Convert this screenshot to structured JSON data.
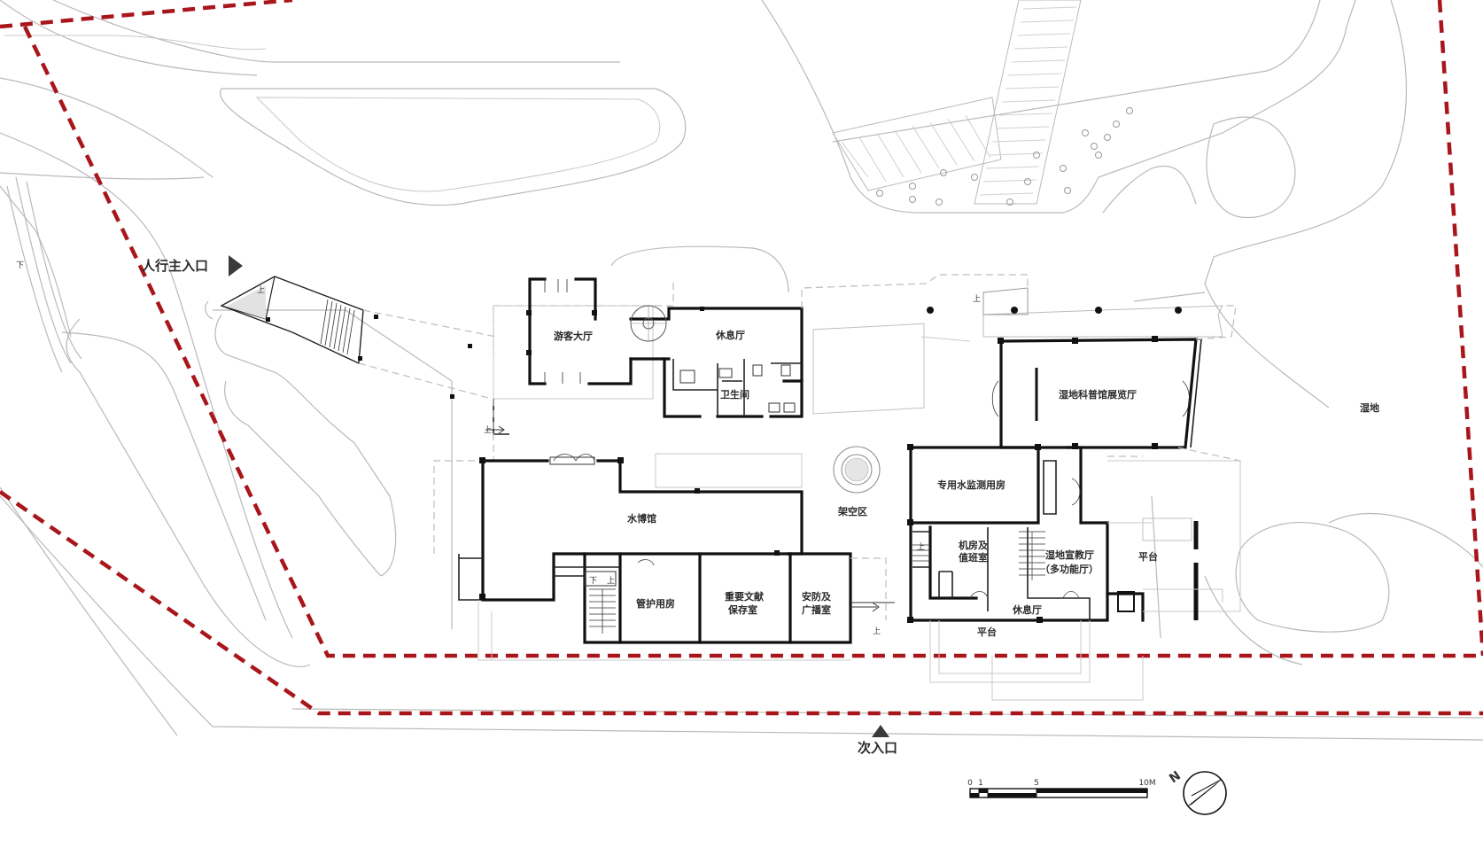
{
  "labels": {
    "pedestrian_main_entrance": "人行主入口",
    "secondary_entrance": "次入口",
    "visitor_hall": "游客大厅",
    "lounge_north": "休息厅",
    "restroom": "卫生间",
    "water_museum": "水博馆",
    "stilt_area": "架空区",
    "wetland_science_hall": "湿地科普馆展览厅",
    "water_monitoring_room": "专用水监测用房",
    "machine_room_line1": "机房及",
    "machine_room_line2": "值班室",
    "wetland_classroom_line1": "湿地宣教厅",
    "wetland_classroom_line2": "（多功能厅）",
    "platform_east": "平台",
    "platform_south": "平台",
    "lounge_south": "休息厅",
    "maintenance_room": "管护用房",
    "archive_line1": "重要文献",
    "archive_line2": "保存室",
    "security_line1": "安防及",
    "security_line2": "广播室",
    "wetland": "湿地",
    "stair_up": "上",
    "stair_down": "下"
  },
  "scale_bar": {
    "ticks": [
      "0",
      "1",
      "5",
      "10M"
    ]
  },
  "north_arrow": {
    "letter": "N"
  },
  "colors": {
    "site_boundary": "#a8161c",
    "walls": "#111111",
    "site_lines": "#b9b9b9"
  }
}
